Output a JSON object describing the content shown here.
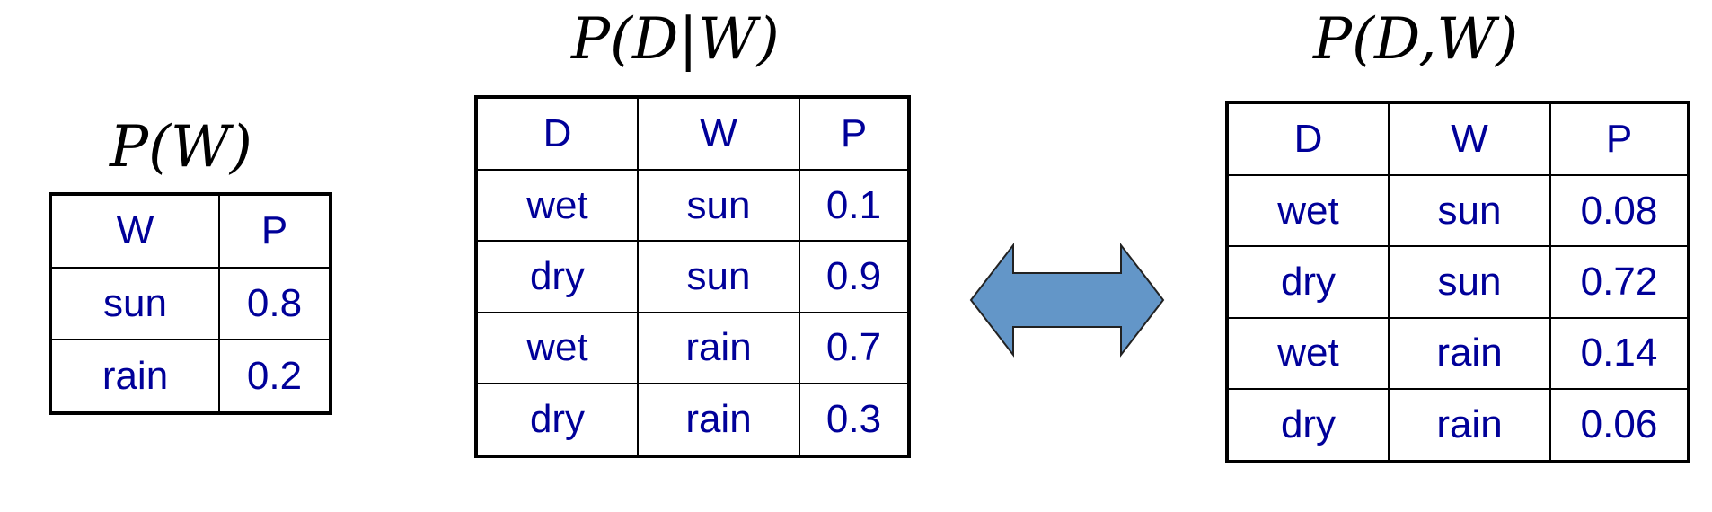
{
  "colors": {
    "text": "#000099",
    "border": "#000000",
    "arrow_fill": "#6396c8",
    "arrow_stroke": "#222222"
  },
  "tables": [
    {
      "title": "P(W)",
      "headers": [
        "W",
        "P"
      ],
      "rows": [
        [
          "sun",
          "0.8"
        ],
        [
          "rain",
          "0.2"
        ]
      ]
    },
    {
      "title": "P(D|W)",
      "headers": [
        "D",
        "W",
        "P"
      ],
      "rows": [
        [
          "wet",
          "sun",
          "0.1"
        ],
        [
          "dry",
          "sun",
          "0.9"
        ],
        [
          "wet",
          "rain",
          "0.7"
        ],
        [
          "dry",
          "rain",
          "0.3"
        ]
      ]
    },
    {
      "title": "P(D,W)",
      "headers": [
        "D",
        "W",
        "P"
      ],
      "rows": [
        [
          "wet",
          "sun",
          "0.08"
        ],
        [
          "dry",
          "sun",
          "0.72"
        ],
        [
          "wet",
          "rain",
          "0.14"
        ],
        [
          "dry",
          "rain",
          "0.06"
        ]
      ]
    }
  ]
}
